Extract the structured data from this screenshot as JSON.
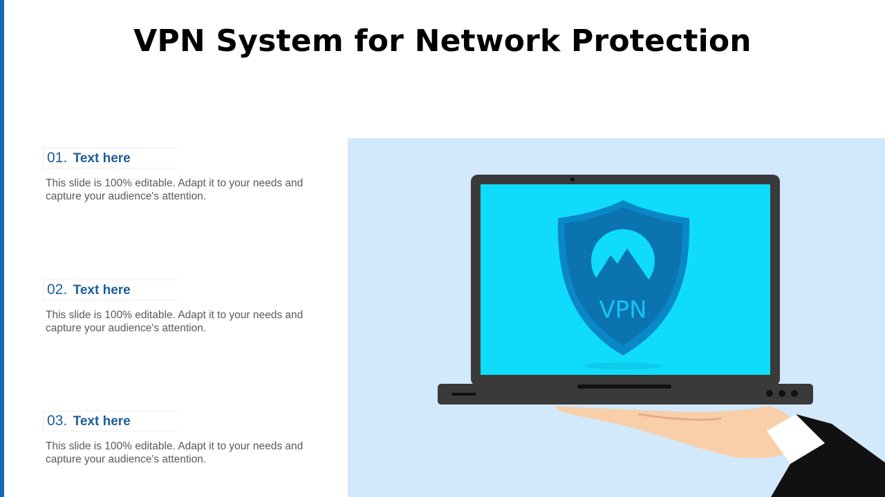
{
  "slide": {
    "title": "VPN System for Network Protection"
  },
  "items": [
    {
      "number": "01.",
      "label": "Text here",
      "description": "This slide is 100% editable. Adapt it to your needs and capture your audience's attention."
    },
    {
      "number": "02.",
      "label": "Text here",
      "description": "This slide is 100% editable. Adapt it to your needs and capture your audience's attention."
    },
    {
      "number": "03.",
      "label": "Text here",
      "description": "This slide is 100% editable. Adapt it to your needs and capture your audience's attention."
    }
  ],
  "illustration": {
    "badge_text": "VPN",
    "colors": {
      "panel_bg": "#d2e8fb",
      "screen": "#0fdcfa",
      "shield": "#0a87c6",
      "laptop": "#3a3a3a",
      "accent": "#1b5e9b"
    }
  }
}
